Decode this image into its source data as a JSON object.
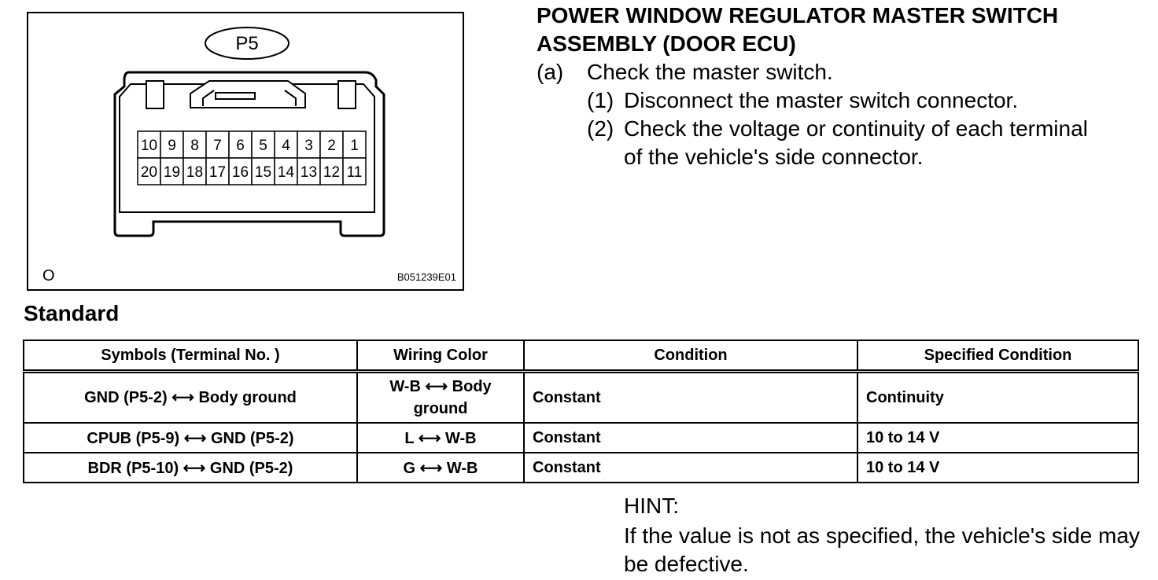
{
  "figure": {
    "connector_label": "P5",
    "pins_top": [
      "10",
      "9",
      "8",
      "7",
      "6",
      "5",
      "4",
      "3",
      "2",
      "1"
    ],
    "pins_bottom": [
      "20",
      "19",
      "18",
      "17",
      "16",
      "15",
      "14",
      "13",
      "12",
      "11"
    ],
    "corner_mark": "O",
    "figure_code": "B051239E01"
  },
  "heading": {
    "title_line1": "POWER WINDOW REGULATOR MASTER SWITCH",
    "title_line2": "ASSEMBLY (DOOR ECU)",
    "step_a_num": "(a)",
    "step_a_text": "Check the master switch.",
    "step_1_num": "(1)",
    "step_1_text": "Disconnect the master switch connector.",
    "step_2_num": "(2)",
    "step_2_text_line1": "Check the voltage or continuity of each terminal",
    "step_2_text_line2": "of the vehicle's side connector."
  },
  "standard": {
    "heading": "Standard",
    "columns": [
      "Symbols (Terminal No. )",
      "Wiring Color",
      "Condition",
      "Specified Condition"
    ],
    "rows": [
      [
        "GND (P5-2) ⟷ Body ground",
        "W-B ⟷ Body ground",
        "Constant",
        "Continuity"
      ],
      [
        "CPUB (P5-9) ⟷ GND (P5-2)",
        "L ⟷ W-B",
        "Constant",
        "10 to 14 V"
      ],
      [
        "BDR (P5-10) ⟷ GND (P5-2)",
        "G ⟷ W-B",
        "Constant",
        "10 to 14 V"
      ]
    ]
  },
  "hint": {
    "label": "HINT:",
    "text": "If the value is not as specified, the vehicle's side may be defective."
  }
}
